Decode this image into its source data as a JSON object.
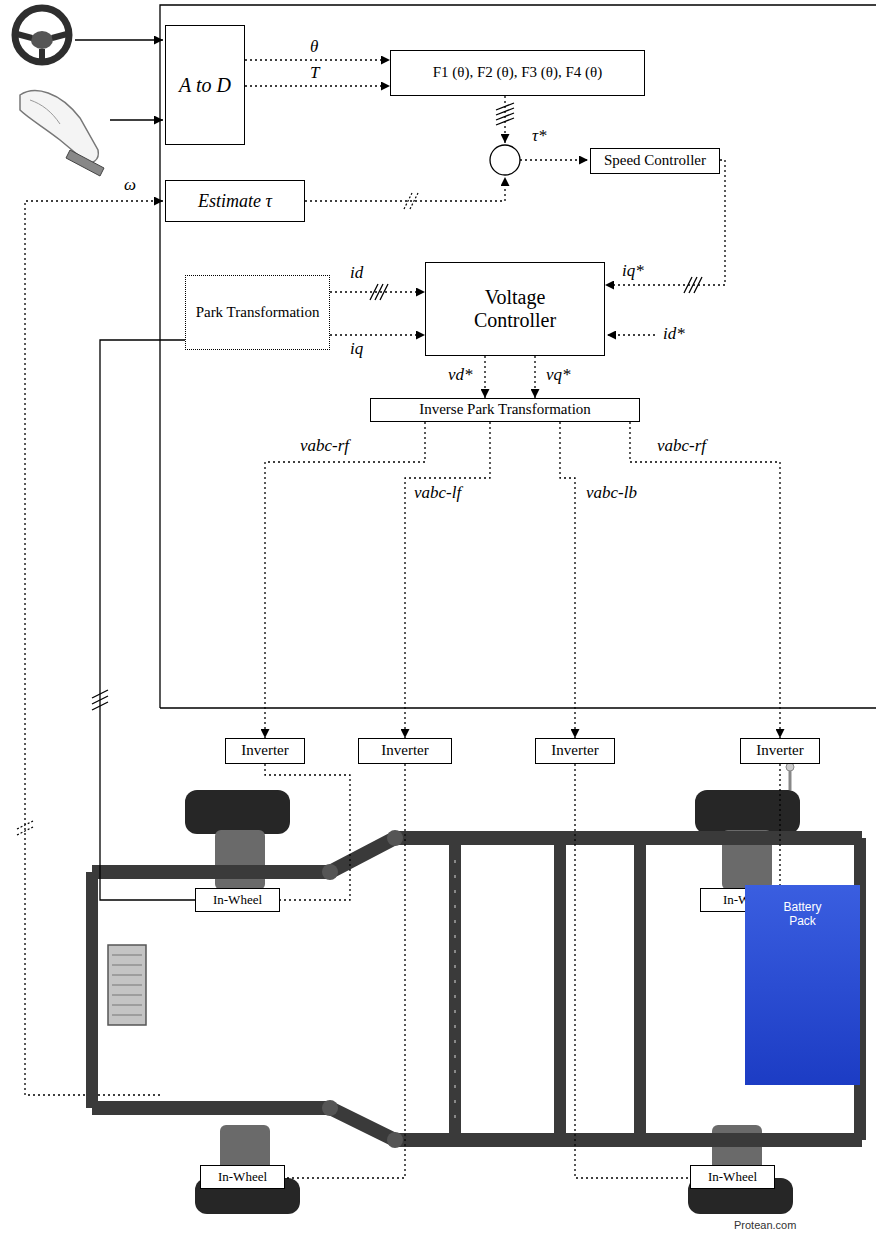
{
  "diagram": {
    "nodes": [
      {
        "text": [
          "A to D"
        ]
      },
      {
        "text": [
          "F1 (θ), F2 (θ), F3 (θ), F4 (θ)"
        ]
      },
      {
        "text": [
          "Speed Controller"
        ]
      },
      {
        "text": [
          "Estimate τ"
        ]
      },
      {
        "text": [
          "Voltage Controller"
        ]
      },
      {
        "text": [
          "Park Transformation"
        ]
      },
      {
        "text": [
          "Inverse Park Transformation"
        ]
      },
      {
        "text": [
          "Inverter"
        ]
      },
      {
        "text": [
          "Inverter"
        ]
      },
      {
        "text": [
          "Inverter"
        ]
      },
      {
        "text": [
          "Inverter"
        ]
      },
      {
        "text": [
          "In-Wheel"
        ]
      },
      {
        "text": [
          "In-Wheel"
        ]
      },
      {
        "text": [
          "Battery Pack"
        ]
      },
      {
        "text": [
          "In-Wheel"
        ]
      },
      {
        "text": [
          "In-Wheel"
        ]
      }
    ],
    "edges": [
      {
        "from": 0,
        "to": 1,
        "arrow": "to",
        "label": "θ"
      },
      {
        "from": 0,
        "to": 1,
        "arrow": "to",
        "label": "T"
      },
      {
        "from": 2,
        "to": 4,
        "arrow": "to",
        "label": "iq*"
      },
      {
        "from": 5,
        "to": 4,
        "arrow": "to",
        "label": "id"
      },
      {
        "from": 5,
        "to": 4,
        "arrow": "to",
        "label": "iq"
      },
      {
        "from": 4,
        "to": 6,
        "arrow": "to",
        "label": "vd*"
      },
      {
        "from": 4,
        "to": 6,
        "arrow": "to",
        "label": "vq*"
      },
      {
        "from": 6,
        "to": 7,
        "arrow": "to",
        "label": "vabc-rf"
      },
      {
        "from": 6,
        "to": 8,
        "arrow": "to",
        "label": "vabc-lf"
      },
      {
        "from": 6,
        "to": 9,
        "arrow": "to",
        "label": "vabc-lb"
      },
      {
        "from": 6,
        "to": 10,
        "arrow": "to",
        "label": "vabc-rf"
      },
      {
        "from": 7,
        "to": 11,
        "arrow": "none"
      },
      {
        "from": 8,
        "to": 14,
        "arrow": "none"
      },
      {
        "from": 9,
        "to": 15,
        "arrow": "none"
      },
      {
        "from": 10,
        "to": 12,
        "arrow": "none"
      },
      {
        "from": 11,
        "to": 5,
        "arrow": "none"
      }
    ],
    "labels": [
      "τ*",
      "ω",
      "id*",
      "Protean.com"
    ]
  }
}
